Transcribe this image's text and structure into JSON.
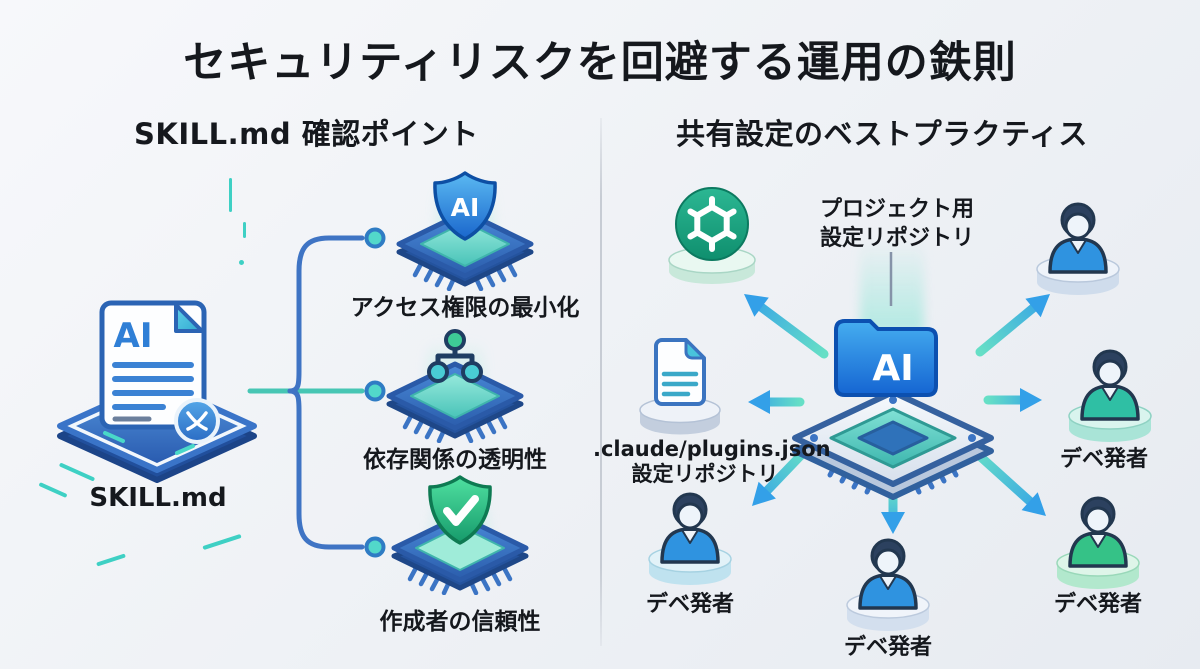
{
  "title": "セキュリティリスクを回避する運用の鉄則",
  "left_panel": {
    "header": "SKILL.md 確認ポイント",
    "source": {
      "icon": "ai-document-chip-icon",
      "doc_text": "AI",
      "label": "SKILL.md"
    },
    "checkpoints": [
      {
        "icon": "shield-ai-icon",
        "icon_text": "AI",
        "label": "アクセス権限の最小化"
      },
      {
        "icon": "dependency-tree-icon",
        "label": "依存関係の透明性"
      },
      {
        "icon": "shield-check-icon",
        "label": "作成者の信頼性"
      }
    ]
  },
  "right_panel": {
    "header": "共有設定のベストプラクティス",
    "project_repo_label": [
      "プロジェクト用",
      "設定リポジトリ"
    ],
    "openai_icon": "openai-logo-icon",
    "hub": {
      "icon": "ai-folder-chip-icon",
      "folder_text": "AI"
    },
    "config_file_label": [
      ".claude/plugins.json",
      "設定リポジトリ"
    ],
    "developers": [
      {
        "shirt": "blue",
        "label": ""
      },
      {
        "shirt": "teal",
        "label": "デベ発者"
      },
      {
        "shirt": "green",
        "label": "デベ発者"
      },
      {
        "shirt": "blue",
        "label": "デベ発者"
      },
      {
        "shirt": "blue",
        "label": "デベ発者"
      }
    ]
  },
  "colors": {
    "accent_teal": "#46c8b2",
    "accent_blue": "#3b8fe0",
    "arrow_tail": "#66dfc6",
    "arrow_head": "#33a0e8",
    "title_text": "#15181d"
  }
}
